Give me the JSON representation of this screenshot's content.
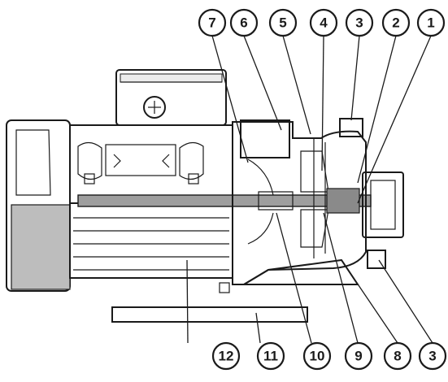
{
  "callouts": {
    "top": [
      "7",
      "6",
      "5",
      "4",
      "3",
      "2",
      "1"
    ],
    "bottom": [
      "12",
      "11",
      "10",
      "9",
      "8",
      "3"
    ]
  },
  "colors": {
    "casing_fill": "#d4d4d4",
    "motor_fill": "#c7c7c7",
    "dark_fill": "#8a8a8a",
    "ink": "#1a1a1a"
  }
}
